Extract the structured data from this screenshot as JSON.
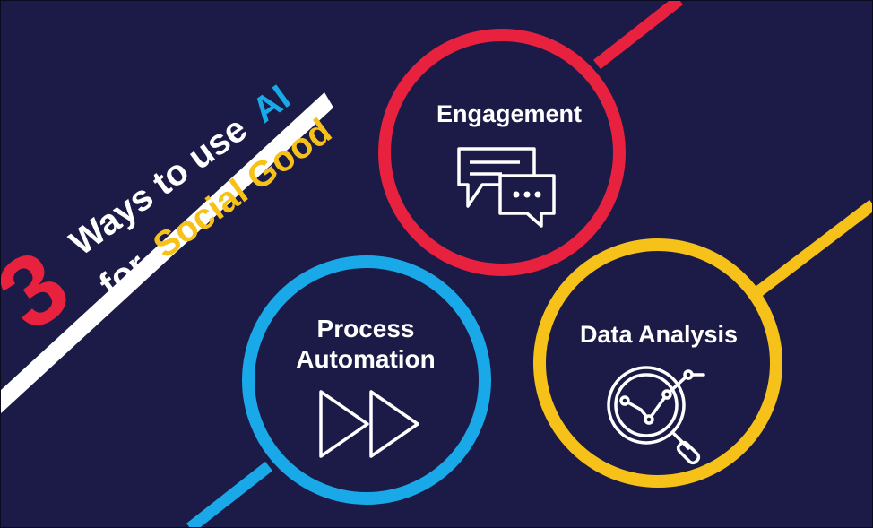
{
  "headline": {
    "number": "3",
    "line1_prefix": "Ways to use",
    "line1_highlight": "AI",
    "line2_prefix": "for",
    "line2_highlight": "Social Good"
  },
  "items": [
    {
      "label": "Engagement",
      "icon": "chat-bubbles-icon",
      "color": "#e8213f"
    },
    {
      "label_line1": "Process",
      "label_line2": "Automation",
      "icon": "fast-forward-icon",
      "color": "#1aa9e8"
    },
    {
      "label": "Data Analysis",
      "icon": "magnifier-chart-icon",
      "color": "#f6c219"
    }
  ],
  "colors": {
    "background": "#1c1b47",
    "red": "#e8213f",
    "blue": "#1aa9e8",
    "yellow": "#f6c219",
    "white": "#ffffff"
  }
}
